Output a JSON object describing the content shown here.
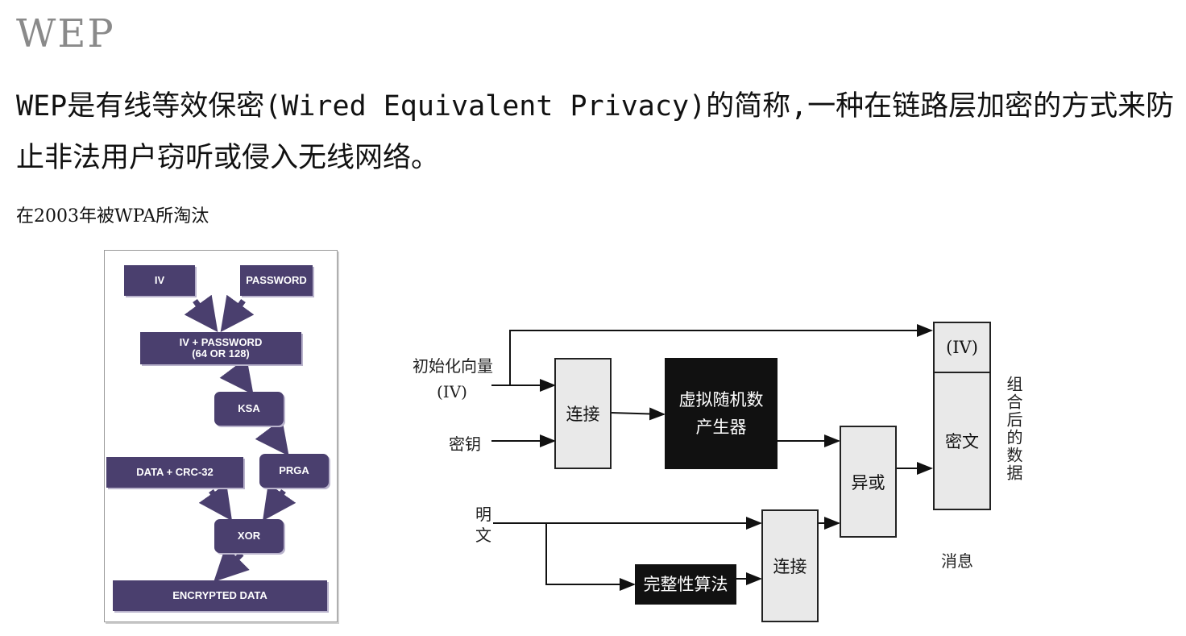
{
  "heading": "WEP",
  "description": "WEP是有线等效保密(Wired Equivalent Privacy)的简称,一种在链路层加密的方式来防止非法用户窃听或侵入无线网络。",
  "note": "在2003年被WPA所淘汰",
  "left_diagram": {
    "iv": "IV",
    "password": "PASSWORD",
    "iv_password_line1": "IV + PASSWORD",
    "iv_password_line2": "(64 OR 128)",
    "ksa": "KSA",
    "prga": "PRGA",
    "data_crc": "DATA + CRC-32",
    "xor": "XOR",
    "encrypted": "ENCRYPTED DATA",
    "box_color": "#4a3f6e"
  },
  "right_diagram": {
    "init_vector_line1": "初始化向量",
    "init_vector_line2": "(IV)",
    "key": "密钥",
    "plaintext_line1": "明",
    "plaintext_line2": "文",
    "concat1": "连接",
    "prng_line1": "虚拟随机数",
    "prng_line2": "产生器",
    "xor": "异或",
    "integrity": "完整性算法",
    "concat2": "连接",
    "iv_out": "(IV)",
    "ciphertext": "密文",
    "combined": "组合后的数据",
    "message": "消息"
  }
}
